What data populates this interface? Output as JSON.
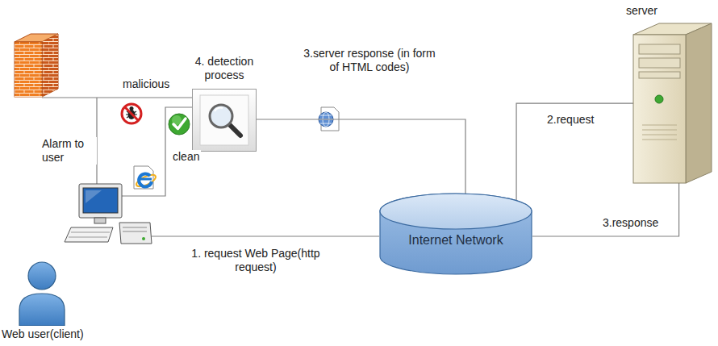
{
  "diagram": {
    "nodes": [
      {
        "text": [
          "server"
        ]
      },
      {
        "text": [
          "4. detection process"
        ]
      },
      {
        "text": [
          "Internet Network"
        ]
      },
      {
        "text": [
          "Web user(client)"
        ]
      }
    ],
    "edges": [
      {
        "from": 2,
        "to": 0,
        "label": "2.request",
        "arrow": "none"
      },
      {
        "from": 0,
        "to": 2,
        "label": "3.response",
        "arrow": "none"
      },
      {
        "from": 2,
        "to": 1,
        "label": "3.server response (in form of HTML codes)",
        "arrow": "none"
      }
    ],
    "labels": [
      "malicious",
      "Alarm to user",
      "clean",
      "1. request Web Page(http request)"
    ]
  }
}
